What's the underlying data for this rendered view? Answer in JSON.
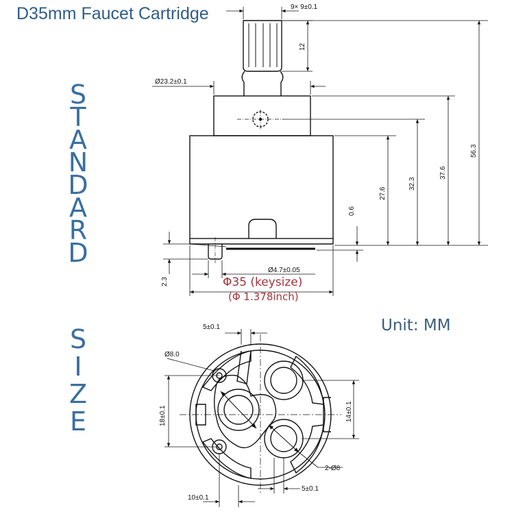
{
  "title": "D35mm Faucet Cartridge",
  "side_label": [
    "S",
    "T",
    "A",
    "N",
    "D",
    "A",
    "R",
    "D",
    "",
    "S",
    "I",
    "Z",
    "E"
  ],
  "unit_label": "Unit: MM",
  "keysize_label": "Φ35 (keysize)",
  "keysize_inch_label": "(Φ 1.378inch)",
  "side_view": {
    "spline_label": "9× 9±0.1",
    "stem_height": "12",
    "stem_diameter": "Ø23.2±0.1",
    "total_height": "56.3",
    "height_376": "37.6",
    "height_323": "32.3",
    "height_276": "27.6",
    "seal_offset": "0.6",
    "pin_height": "2.3",
    "pin_diameter": "Ø4.7±0.05"
  },
  "bottom_view": {
    "top_offset": "5±0.1",
    "pin_hole_diameter": "Ø8.0",
    "left_spacing": "18±0.1",
    "right_spacing": "14±0.1",
    "port_holes": "2-Ø8",
    "bottom_left_offset": "10±0.1",
    "bottom_right_offset": "5±0.1"
  }
}
